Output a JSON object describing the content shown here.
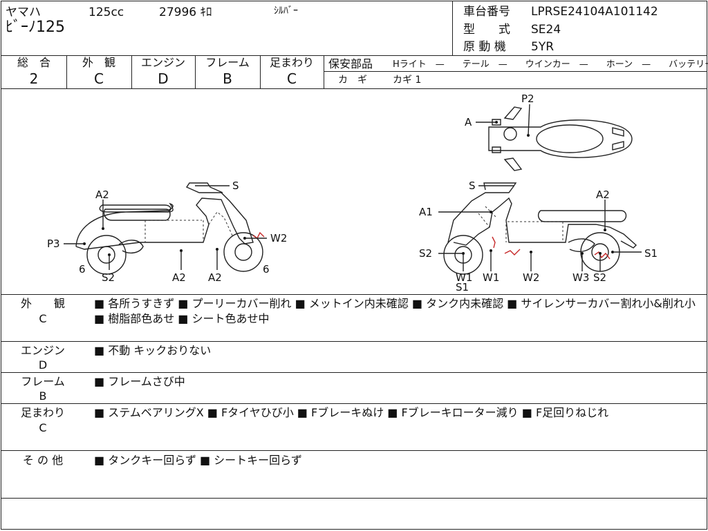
{
  "header": {
    "maker": "ヤマハ",
    "cc": "125cc",
    "km": "27996 ｷﾛ",
    "color": "ｼﾙﾊﾞｰ",
    "model_name": "ﾋﾞｰﾉ125",
    "chassis_label": "車台番号",
    "chassis_value": "LPRSE24104A101142",
    "type_label": "型　　式",
    "type_value": "SE24",
    "engine_label": "原 動 機",
    "engine_value": "5YR"
  },
  "grades": [
    {
      "label": "総　合",
      "value": "2"
    },
    {
      "label": "外　観",
      "value": "C"
    },
    {
      "label": "エンジン",
      "value": "D"
    },
    {
      "label": "フレーム",
      "value": "B"
    },
    {
      "label": "足まわり",
      "value": "C"
    }
  ],
  "safety": {
    "title": "保安部品",
    "items": "Hライト　—　　テール　—　　ウインカー　—　　ホーン　—　　バッテリー ×",
    "key_label": "カ　ギ",
    "key_value": "カギ 1"
  },
  "diagram_labels": {
    "top_p2": "P2",
    "top_a": "A",
    "left_s": "S",
    "left_a2_top": "A2",
    "left_p3": "P3",
    "left_w2": "W2",
    "left_6a": "6",
    "left_s2": "S2",
    "left_a2_b1": "A2",
    "left_a2_b2": "A2",
    "left_6b": "6",
    "right_s": "S",
    "right_a2_top": "A2",
    "right_a1": "A1",
    "right_s2_l": "S2",
    "right_s1_r": "S1",
    "right_w1_a": "W1",
    "right_s1_b": "S1",
    "right_w1_b": "W1",
    "right_w2": "W2",
    "right_w3": "W3",
    "right_s2_b": "S2"
  },
  "notes": [
    {
      "title1": "外　　観",
      "title2": "C",
      "text": "■ 各所うすきず ■ プーリーカバー削れ ■ メットイン内未確認 ■ タンク内未確認 ■ サイレンサーカバー割れ小&削れ小 ■ 樹脂部色あせ ■ シート色あせ中"
    },
    {
      "title1": "エンジン",
      "title2": "D",
      "text": "■ 不動 キックおりない"
    },
    {
      "title1": "フレーム",
      "title2": "B",
      "text": "■ フレームさび中"
    },
    {
      "title1": "足まわり",
      "title2": "C",
      "text": "■ ステムベアリングX ■ Fタイヤひび小 ■ Fブレーキぬけ ■ Fブレーキローター減り ■ F足回りねじれ"
    },
    {
      "title1": "そ の 他",
      "title2": "",
      "text": "■ タンクキー回らず ■ シートキー回らず"
    }
  ]
}
